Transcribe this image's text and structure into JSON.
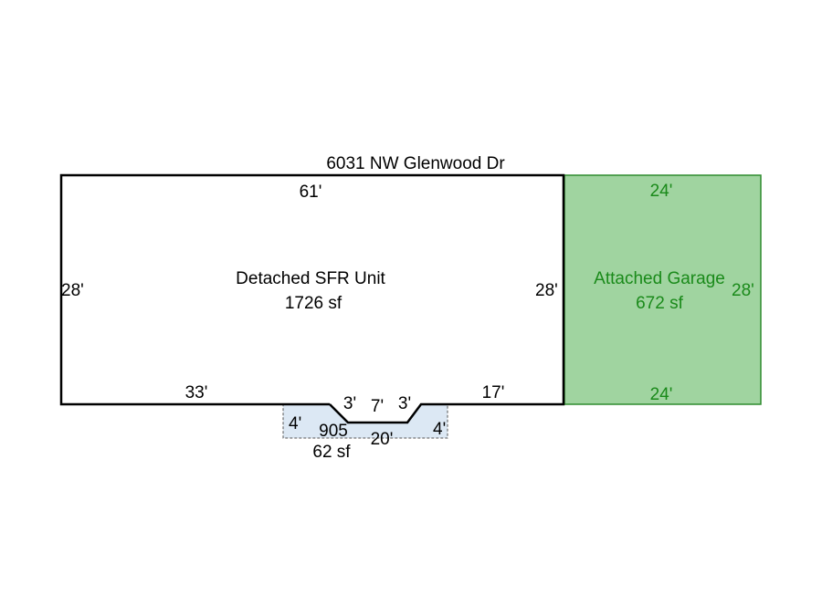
{
  "address": "6031 NW Glenwood Dr",
  "main_unit": {
    "name": "Detached SFR Unit",
    "area": "1726 sf",
    "top": "61'",
    "left": "28'",
    "right": "28'",
    "bottom_left": "33'",
    "bottom_right": "17'"
  },
  "garage": {
    "name": "Attached Garage",
    "area": "672 sf",
    "top": "24'",
    "bottom": "24'",
    "right": "28'"
  },
  "porch": {
    "code": "905",
    "area": "62 sf",
    "left": "4'",
    "right": "4'",
    "bottom": "20'",
    "notch_left": "3'",
    "notch_middle": "7'",
    "notch_right": "3'"
  },
  "colors": {
    "garage_fill": "#a0d4a0",
    "garage_text": "#1a8a1a",
    "porch_fill": "#dce8f4"
  }
}
